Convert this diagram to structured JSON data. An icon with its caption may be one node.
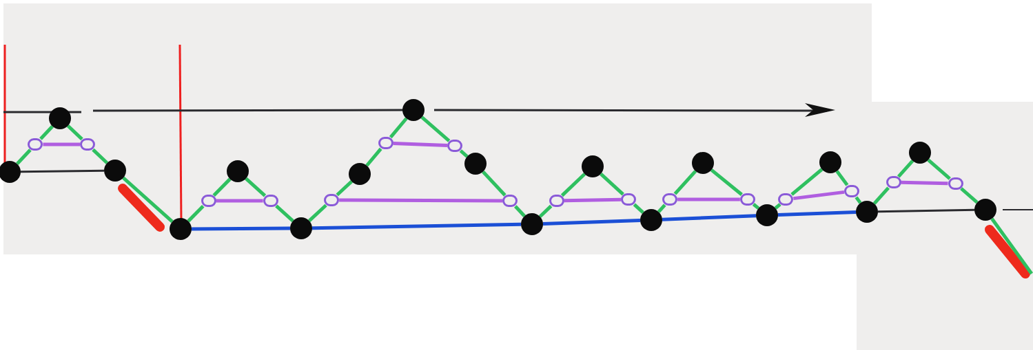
{
  "diagram": {
    "nodes": [
      {
        "text": [],
        "shape": "circle"
      },
      {
        "text": [],
        "shape": "circle"
      },
      {
        "text": [],
        "shape": "circle"
      },
      {
        "text": [],
        "shape": "circle"
      },
      {
        "text": [],
        "shape": "circle"
      },
      {
        "text": [],
        "shape": "circle"
      },
      {
        "text": [],
        "shape": "circle"
      },
      {
        "text": [],
        "shape": "circle"
      },
      {
        "text": [],
        "shape": "circle"
      },
      {
        "text": [],
        "shape": "circle"
      },
      {
        "text": [],
        "shape": "circle"
      },
      {
        "text": [],
        "shape": "circle"
      },
      {
        "text": [],
        "shape": "circle"
      },
      {
        "text": [],
        "shape": "circle"
      },
      {
        "text": [],
        "shape": "circle"
      },
      {
        "text": [],
        "shape": "circle"
      },
      {
        "text": [],
        "shape": "circle"
      },
      {
        "text": [],
        "shape": "circle"
      },
      {
        "text": [],
        "shape": "ring"
      },
      {
        "text": [],
        "shape": "ring"
      },
      {
        "text": [],
        "shape": "ring"
      },
      {
        "text": [],
        "shape": "ring"
      },
      {
        "text": [],
        "shape": "ring"
      },
      {
        "text": [],
        "shape": "ring"
      },
      {
        "text": [],
        "shape": "ring"
      },
      {
        "text": [],
        "shape": "ring"
      },
      {
        "text": [],
        "shape": "ring"
      },
      {
        "text": [],
        "shape": "ring"
      },
      {
        "text": [],
        "shape": "ring"
      },
      {
        "text": [],
        "shape": "ring"
      },
      {
        "text": [],
        "shape": "ring"
      },
      {
        "text": [],
        "shape": "ring"
      },
      {
        "text": [],
        "shape": "ring"
      },
      {
        "text": [],
        "shape": "ring"
      }
    ],
    "edges": [
      {
        "from": 0,
        "to": 18,
        "arrow": "none"
      },
      {
        "from": 18,
        "to": 1,
        "arrow": "none"
      },
      {
        "from": 1,
        "to": 19,
        "arrow": "none"
      },
      {
        "from": 19,
        "to": 2,
        "arrow": "none"
      },
      {
        "from": 2,
        "to": 3,
        "arrow": "none"
      },
      {
        "from": 3,
        "to": 20,
        "arrow": "none"
      },
      {
        "from": 20,
        "to": 4,
        "arrow": "none"
      },
      {
        "from": 4,
        "to": 21,
        "arrow": "none"
      },
      {
        "from": 21,
        "to": 5,
        "arrow": "none"
      },
      {
        "from": 5,
        "to": 22,
        "arrow": "none"
      },
      {
        "from": 22,
        "to": 6,
        "arrow": "none"
      },
      {
        "from": 6,
        "to": 23,
        "arrow": "none"
      },
      {
        "from": 23,
        "to": 7,
        "arrow": "none"
      },
      {
        "from": 7,
        "to": 24,
        "arrow": "none"
      },
      {
        "from": 24,
        "to": 8,
        "arrow": "none"
      },
      {
        "from": 8,
        "to": 25,
        "arrow": "none"
      },
      {
        "from": 25,
        "to": 9,
        "arrow": "none"
      },
      {
        "from": 9,
        "to": 26,
        "arrow": "none"
      },
      {
        "from": 26,
        "to": 10,
        "arrow": "none"
      },
      {
        "from": 10,
        "to": 27,
        "arrow": "none"
      },
      {
        "from": 27,
        "to": 11,
        "arrow": "none"
      },
      {
        "from": 11,
        "to": 28,
        "arrow": "none"
      },
      {
        "from": 28,
        "to": 12,
        "arrow": "none"
      },
      {
        "from": 12,
        "to": 29,
        "arrow": "none"
      },
      {
        "from": 29,
        "to": 13,
        "arrow": "none"
      },
      {
        "from": 13,
        "to": 30,
        "arrow": "none"
      },
      {
        "from": 30,
        "to": 14,
        "arrow": "none"
      },
      {
        "from": 14,
        "to": 31,
        "arrow": "none"
      },
      {
        "from": 31,
        "to": 15,
        "arrow": "none"
      },
      {
        "from": 15,
        "to": 32,
        "arrow": "none"
      },
      {
        "from": 32,
        "to": 16,
        "arrow": "none"
      },
      {
        "from": 16,
        "to": 33,
        "arrow": "none"
      },
      {
        "from": 33,
        "to": 17,
        "arrow": "none"
      },
      {
        "from": 17,
        "to": null,
        "arrow": "none"
      },
      {
        "from": 18,
        "to": 19,
        "arrow": "none",
        "color": "#b05ee0"
      },
      {
        "from": 20,
        "to": 21,
        "arrow": "none",
        "color": "#b05ee0"
      },
      {
        "from": 22,
        "to": 25,
        "arrow": "none",
        "color": "#b05ee0"
      },
      {
        "from": 23,
        "to": 24,
        "arrow": "none",
        "color": "#b05ee0"
      },
      {
        "from": 26,
        "to": 27,
        "arrow": "none",
        "color": "#b05ee0"
      },
      {
        "from": 28,
        "to": 29,
        "arrow": "none",
        "color": "#b05ee0"
      },
      {
        "from": 30,
        "to": 31,
        "arrow": "none",
        "color": "#b05ee0"
      },
      {
        "from": 32,
        "to": 33,
        "arrow": "none",
        "color": "#b05ee0"
      },
      {
        "from": 3,
        "to": 5,
        "arrow": "none",
        "color": "#1b4fd6"
      },
      {
        "from": 5,
        "to": 9,
        "arrow": "none",
        "color": "#1b4fd6"
      },
      {
        "from": 9,
        "to": 11,
        "arrow": "none",
        "color": "#1b4fd6"
      },
      {
        "from": 11,
        "to": 13,
        "arrow": "none",
        "color": "#1b4fd6"
      },
      {
        "from": 13,
        "to": 15,
        "arrow": "none",
        "color": "#1b4fd6"
      },
      {
        "from": 0,
        "to": 2,
        "arrow": "none",
        "color": "#2a2a2e"
      },
      {
        "from": 15,
        "to": 17,
        "arrow": "none",
        "color": "#2a2a2e"
      }
    ]
  }
}
